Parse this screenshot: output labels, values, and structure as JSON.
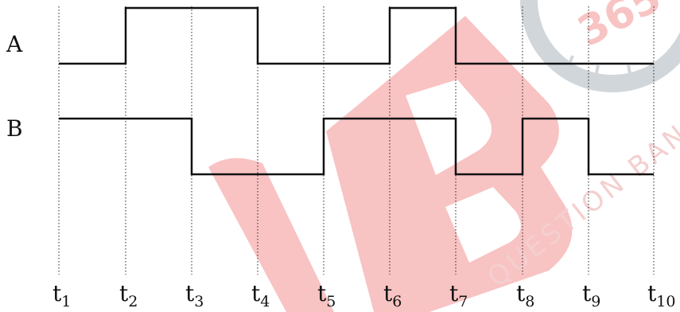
{
  "diagram": {
    "signals": [
      {
        "name": "A",
        "levels": [
          0,
          1,
          1,
          0,
          0,
          1,
          0,
          0,
          0
        ]
      },
      {
        "name": "B",
        "levels": [
          1,
          1,
          0,
          0,
          1,
          1,
          0,
          1,
          0
        ]
      }
    ],
    "time_markers": [
      {
        "main": "t",
        "sub": "1"
      },
      {
        "main": "t",
        "sub": "2"
      },
      {
        "main": "t",
        "sub": "3"
      },
      {
        "main": "t",
        "sub": "4"
      },
      {
        "main": "t",
        "sub": "5"
      },
      {
        "main": "t",
        "sub": "6"
      },
      {
        "main": "t",
        "sub": "7"
      },
      {
        "main": "t",
        "sub": "8"
      },
      {
        "main": "t",
        "sub": "9"
      },
      {
        "main": "t",
        "sub": "10"
      }
    ]
  },
  "watermark": {
    "logo_text": "QB",
    "badge_text": "365",
    "caption": "QUESTION BANK",
    "logo_color": "#f06a6a",
    "badge_color": "#a9b5bd"
  }
}
